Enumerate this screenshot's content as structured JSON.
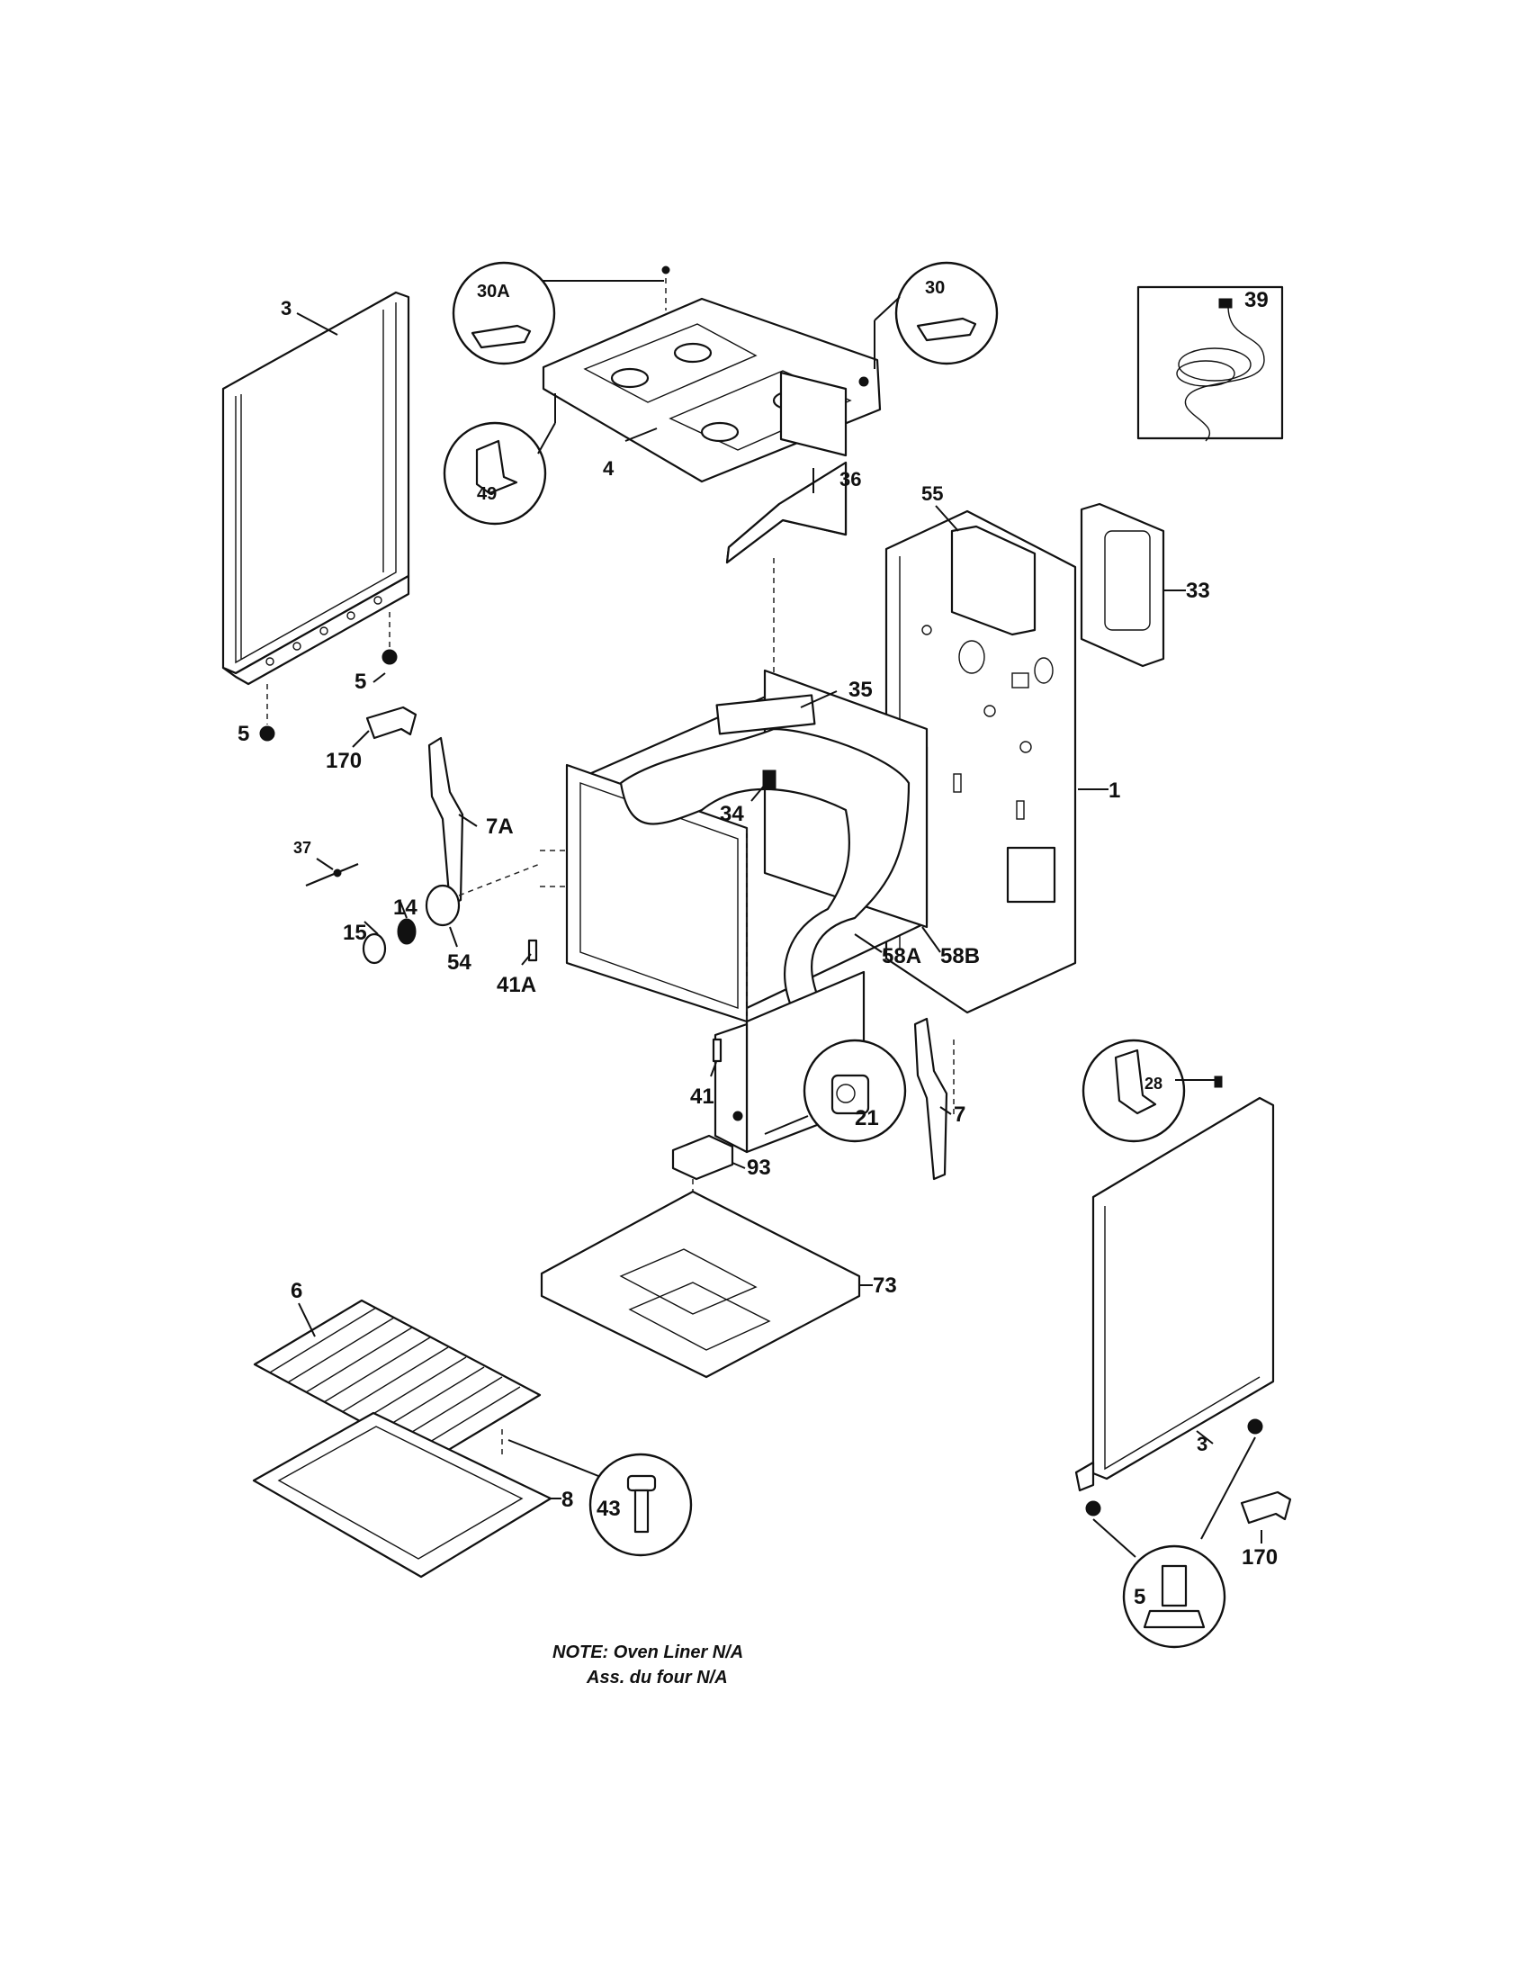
{
  "labels": {
    "l3a": "3",
    "l30a": "30A",
    "l30": "30",
    "l39": "39",
    "l49": "49",
    "l4": "4",
    "l36": "36",
    "l55": "55",
    "l33": "33",
    "l5a": "5",
    "l5b": "5",
    "l170a": "170",
    "l35": "35",
    "l1": "1",
    "l7a": "7A",
    "l34": "34",
    "l37": "37",
    "l14": "14",
    "l15": "15",
    "l54": "54",
    "l41a": "41A",
    "l58a": "58A",
    "l58b": "58B",
    "l41": "41",
    "l21": "21",
    "l7": "7",
    "l28": "28",
    "l93": "93",
    "l73": "73",
    "l6": "6",
    "l3b": "3",
    "l8": "8",
    "l43": "43",
    "l170b": "170",
    "l5c": "5"
  },
  "note": {
    "line1": "NOTE: Oven Liner N/A",
    "line2": "Ass. du four N/A"
  }
}
